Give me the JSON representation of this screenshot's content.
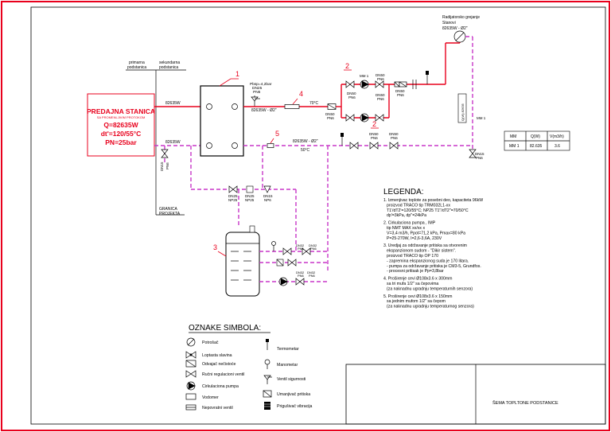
{
  "primary_label_1": "primarna",
  "primary_label_2": "podstanica",
  "secondary_label_1": "sekundarna",
  "secondary_label_2": "podstanica",
  "granica_1": "GRANICA",
  "granica_2": "PROJEKTA",
  "station": {
    "title": "PREDAJNA STANICA",
    "subtitle": "SA PROMENLJIVIM PROTOKOM",
    "q": "Q=82635W",
    "dt": "dt'=120/55°C",
    "pn": "PN=25bar"
  },
  "pipe_labels": {
    "primary_supply": "82635W",
    "primary_return": "82635W",
    "secondary_supply": "82635W - Ø2\"",
    "secondary_return": "82635W - Ø2\"",
    "temp_supply": "70°C",
    "temp_return": "50°C",
    "dn15_left": "DN15",
    "pn6_left": "PN6",
    "dn15_right": "DN15",
    "pn6_right": "PN6"
  },
  "valve_note": {
    "line1": "Pbsp=4,2bar",
    "line2": "DN25",
    "line3": "PN6"
  },
  "callouts": {
    "c1": "1",
    "c2a": "2",
    "c2b": "2",
    "c3": "3",
    "c4": "4",
    "c5": "5"
  },
  "pump_area": {
    "mm1": "MM 1",
    "dn50": "DN50",
    "pn6": "PN6",
    "rad_dn": "DN50",
    "rad_pn": "PN6"
  },
  "radiator": {
    "title": "Radijatorsko grejanje",
    "line2": "Stanovi",
    "line3": "82635W - Ø2\""
  },
  "riser": {
    "mm1": "MM 1",
    "q_label": "Q(W) 82635"
  },
  "table": {
    "headers": [
      "MM",
      "Q(W)",
      "V(m3/h)"
    ],
    "rows": [
      [
        "MM 1",
        "82.635",
        "3.6"
      ]
    ]
  },
  "exp": {
    "dn25": "DN25",
    "np25": "NP25",
    "dn15": "DN15",
    "np6": "NP6",
    "dn32": "DN32",
    "pn6": "PN6"
  },
  "legend": {
    "title": "LEGENDA:",
    "items": [
      [
        "1. Izmenjivac toplote za posebni deo, kapaciteta 96kW",
        "proizvod TRACO tip TRM032L1-xx",
        "T1'/dT2'=120/55°C; NP25  T1''/dT2''=70/50°C",
        "dp'=3kPa, dp''=24kPa"
      ],
      [
        "2. Cirkulaciona pumpa , IMP",
        "tip NMT MAX xx/xx x",
        "V=3,4 m3/h, Ppot=71,2 kPa, Pmax=80 kPa",
        "P=25-270W, I=2,6-3,6A, 230V"
      ],
      [
        "3. Uredjaj za održavanje pritiska sa otvorenim",
        "ekspanzionom sudom - \"Dikir sistem\".",
        "proizvod TRACO tip OP 170",
        " - zapremina ekspanzionog suda je 170 litara.",
        " - pumpa za održavanje pritiska je CM3-5, Grundfos.",
        " - procesni pritisak je Pp=3,8bar"
      ],
      [
        "4. Proširenje cevi Ø108x3.6 x 300mm",
        "sa tri mufa 1/2\" sa čepovima",
        "(za naknadnu ugradnju temperaturnih senzora)"
      ],
      [
        "5. Proširenje cevi Ø108x3.6 x 150mm",
        "sa jednim mufom 1/2\" sa čepom",
        "(za naknadnu ugradnju temperaturnog senzora)"
      ]
    ]
  },
  "symbols": {
    "title": "OZNAKE SIMBOLA:",
    "left": [
      "Potrošač",
      "Loptasta slavina",
      "Odvajač nečistoće",
      "Ručni regulacioni ventil",
      "Cirkulaciona pumpa",
      "Vodomer",
      "Nepovratni ventil"
    ],
    "right": [
      "Termometar",
      "Manometar",
      "Ventil sigurnosti",
      "Umanjivač pritiska",
      "Prigušivač vibracija"
    ]
  },
  "title_block": {
    "name": "ŠEMA TOPLTONE PODSTANICE"
  }
}
